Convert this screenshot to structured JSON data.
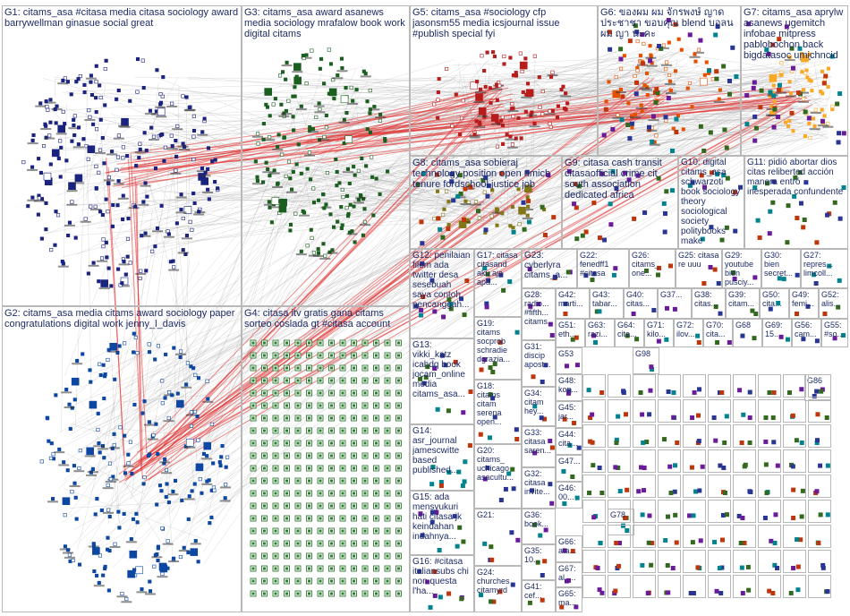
{
  "colors": {
    "edge": "#9a9a9a",
    "bridge": "#e23333",
    "label": "#1d2b66",
    "border": "#b8b8b8"
  },
  "groups": [
    {
      "id": "G1",
      "text": "G1: citams_asa #citasa media citasa sociology award barrywellman ginasue social great"
    },
    {
      "id": "G3",
      "text": "G3: citams_asa award asanews media sociology mrafalow book work digital citams"
    },
    {
      "id": "G5",
      "text": "G5: citams_asa #sociology cfp jasonsm55 media icsjournal issue #publish special fyi"
    },
    {
      "id": "G6",
      "text": "G6: ของผม ผม จักรพงษ์ ญาดประชาชา ขอบคุณ blend บอลน ผม ญา นะคะ"
    },
    {
      "id": "G7",
      "text": "G7: citams_asa aprylw asanews ugemitch infobae mitpress pablobochon back bigdatasoc umichncid"
    },
    {
      "id": "G8",
      "text": "G8: citams_asa sobieraj technology position open umich tenure fordschool justice job"
    },
    {
      "id": "G9",
      "text": "G9: citasa cash transit citasaofficial crime cit south association dedicated africa"
    },
    {
      "id": "G10",
      "text": "G10: digital citams_asa schwarzoti book sociology theory sociological society politybooks make"
    },
    {
      "id": "G11",
      "text": "G11: pidió abortar dios citas reliberted acción manera entró inesperada confundente"
    },
    {
      "id": "G2",
      "text": "G2: citams_asa media citams award sociology paper congratulations digital work jenny_l_davis"
    },
    {
      "id": "G4",
      "text": "G4: citasa itv gratis gana citams sorteo coslada gt #citasa account"
    },
    {
      "id": "G12",
      "text": "G12: penilaian filem ada twitter desa sesebuah saya contoh pencanggah..."
    },
    {
      "id": "G13",
      "text": "G13: vikki_katz icahdq book jocam_online media citams_asa..."
    },
    {
      "id": "G14",
      "text": "G14: asr_journal jamescwitte based published..."
    },
    {
      "id": "G15",
      "text": "G15: ada mensyukuri hati citasa jk keindahan indahnya..."
    },
    {
      "id": "G16",
      "text": "G16: #citasa italiansubs chi non questa l'ha..."
    },
    {
      "id": "G17",
      "text": "G17: citasa citasand aku aja apa..."
    },
    {
      "id": "G18",
      "text": "G18: citams citam serena open..."
    },
    {
      "id": "G19",
      "text": "G19: citams socprob schradie dgrazia..."
    },
    {
      "id": "G20",
      "text": "G20: citams_ uchicago asacultu..."
    },
    {
      "id": "G21",
      "text": "G21:"
    },
    {
      "id": "G22",
      "text": "G22: fenedff1 #citasa"
    },
    {
      "id": "G23",
      "text": "G23: cyberlyra citams_a..."
    },
    {
      "id": "G24",
      "text": "G24: churches citamyrd"
    },
    {
      "id": "G25",
      "text": "G25: citasa re uuu"
    },
    {
      "id": "G26",
      "text": "G26: citams_ one..."
    },
    {
      "id": "G27",
      "text": "G27: repres... limcoll..."
    },
    {
      "id": "G28",
      "text": "G28: radio... #fifth... citams..."
    },
    {
      "id": "G29",
      "text": "G29: youtube bien pusciy..."
    },
    {
      "id": "G30",
      "text": "G30: bien secret..."
    },
    {
      "id": "G31",
      "text": "G31: discip apost..."
    },
    {
      "id": "G32",
      "text": "G32: citasa invite..."
    },
    {
      "id": "G33",
      "text": "G33: citasa saren..."
    },
    {
      "id": "G34",
      "text": "G34: citam hey..."
    },
    {
      "id": "G35",
      "text": "G35: 10..."
    },
    {
      "id": "G36",
      "text": "G36: book..."
    },
    {
      "id": "G37",
      "text": "G37..."
    },
    {
      "id": "G38",
      "text": "G38: citas..."
    },
    {
      "id": "G39",
      "text": "G39: citam..."
    },
    {
      "id": "G40",
      "text": "G40: citas..."
    },
    {
      "id": "G41",
      "text": "G41: cef..."
    },
    {
      "id": "G42",
      "text": "G42: marti..."
    },
    {
      "id": "G43",
      "text": "G43: tabar..."
    },
    {
      "id": "G44",
      "text": "G44: cita..."
    },
    {
      "id": "G45",
      "text": "G45: jar..."
    },
    {
      "id": "G46",
      "text": "G46: 00..."
    },
    {
      "id": "G47",
      "text": "G47..."
    },
    {
      "id": "G48",
      "text": "G48: kop..."
    },
    {
      "id": "G49",
      "text": "G49: femi..."
    },
    {
      "id": "G50",
      "text": "G50: cita..."
    },
    {
      "id": "G51",
      "text": "G51: eth..."
    },
    {
      "id": "G52",
      "text": "G52: alis..."
    },
    {
      "id": "G53",
      "text": "G53"
    },
    {
      "id": "G55",
      "text": "G55: #so..."
    },
    {
      "id": "G56",
      "text": "G56: cam..."
    },
    {
      "id": "G63",
      "text": "G63: razi..."
    },
    {
      "id": "G64",
      "text": "G64: cita..."
    },
    {
      "id": "G65",
      "text": "G65: ma..."
    },
    {
      "id": "G66",
      "text": "G66: ata..."
    },
    {
      "id": "G67",
      "text": "G67: al_..."
    },
    {
      "id": "G68",
      "text": "G68"
    },
    {
      "id": "G69",
      "text": "G69: 15..."
    },
    {
      "id": "G70",
      "text": "G70: cita..."
    },
    {
      "id": "G71",
      "text": "G71: kilo..."
    },
    {
      "id": "G72",
      "text": "G72: ilov..."
    },
    {
      "id": "G78",
      "text": "G78"
    },
    {
      "id": "G86",
      "text": "G86"
    },
    {
      "id": "G98",
      "text": "G98"
    }
  ]
}
